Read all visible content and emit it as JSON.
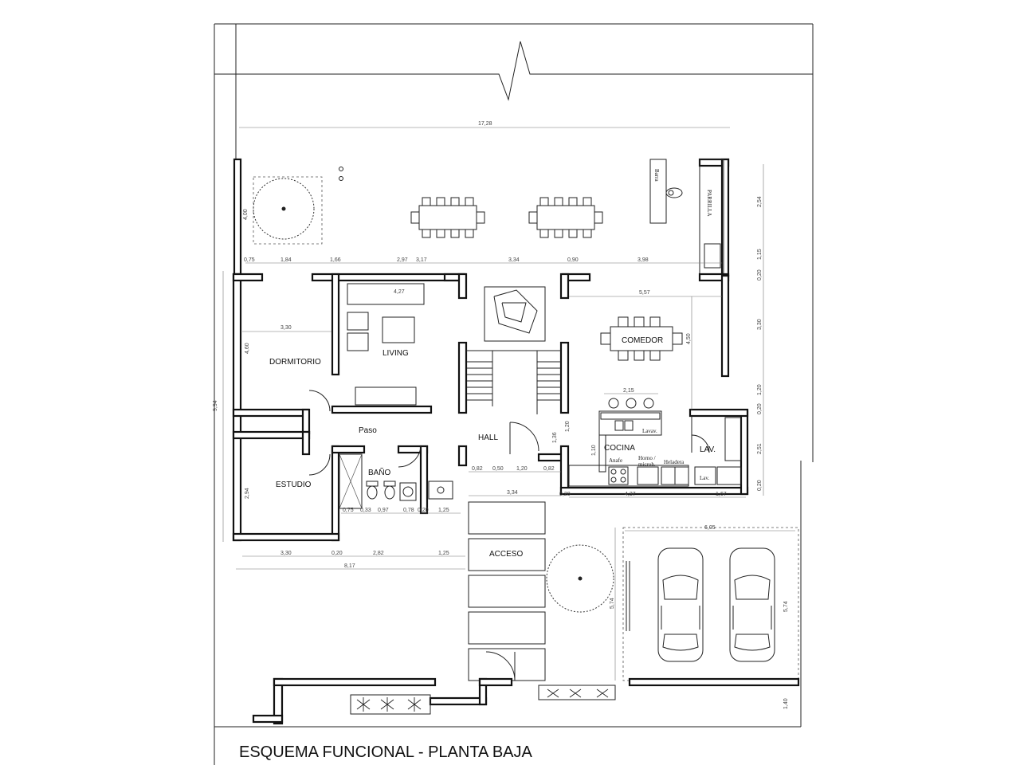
{
  "title": "ESQUEMA FUNCIONAL  - PLANTA BAJA",
  "rooms": {
    "living": "LIVING",
    "comedor": "COMEDOR",
    "dormitorio": "DORMITORIO",
    "estudio": "ESTUDIO",
    "paso": "Paso",
    "hall": "HALL",
    "bano": "BAÑO",
    "cocina": "COCINA",
    "lav": "LAV.",
    "acceso": "ACCESO"
  },
  "fixtures": {
    "barra": "Barra",
    "parrilla": "PARRILLA",
    "lavav": "Lavav.",
    "anafe": "Anafe",
    "horno_1": "Horno /",
    "horno_2": "microh.",
    "heladera": "Heladera",
    "lav_small": "Lav."
  },
  "dimensions": {
    "total_width": "17,28",
    "patio_row": [
      "0,75",
      "1,84",
      "1,66",
      "2,97",
      "3,17",
      "3,34",
      "0,90",
      "3,98"
    ],
    "patio_depth": "4,00",
    "right_col": [
      "2,54",
      "1,15",
      "0,20",
      "3,30",
      "1,20",
      "0,20",
      "2,51",
      "0,20"
    ],
    "living_w": "4,27",
    "dorm_w": "3,30",
    "dorm_h": "4,60",
    "left_total": "9,94",
    "comedor_w": "5,57",
    "comedor_h": "4,50",
    "cocina_bar": "2,15",
    "hall_a": "1,36",
    "hall_b": "1,20",
    "cocina_h": "1,10",
    "hall_row": [
      "0,82",
      "0,50",
      "1,20",
      "0,82"
    ],
    "acceso_w": "3,34",
    "wall_020": "0,20",
    "kitchen_w": "4,37",
    "lav_w": "1,67",
    "estudio_h": "2,94",
    "bano_row": [
      "0,75",
      "0,33",
      "0,97",
      "0,78",
      "0,20",
      "1,25"
    ],
    "bottom_row": [
      "3,30",
      "0,20",
      "2,82",
      "1,25"
    ],
    "bottom_total": "8,17",
    "garage_w": "6,05",
    "garage_h": "5,74",
    "acceso_h": "5,74",
    "front_h": "1,40"
  }
}
